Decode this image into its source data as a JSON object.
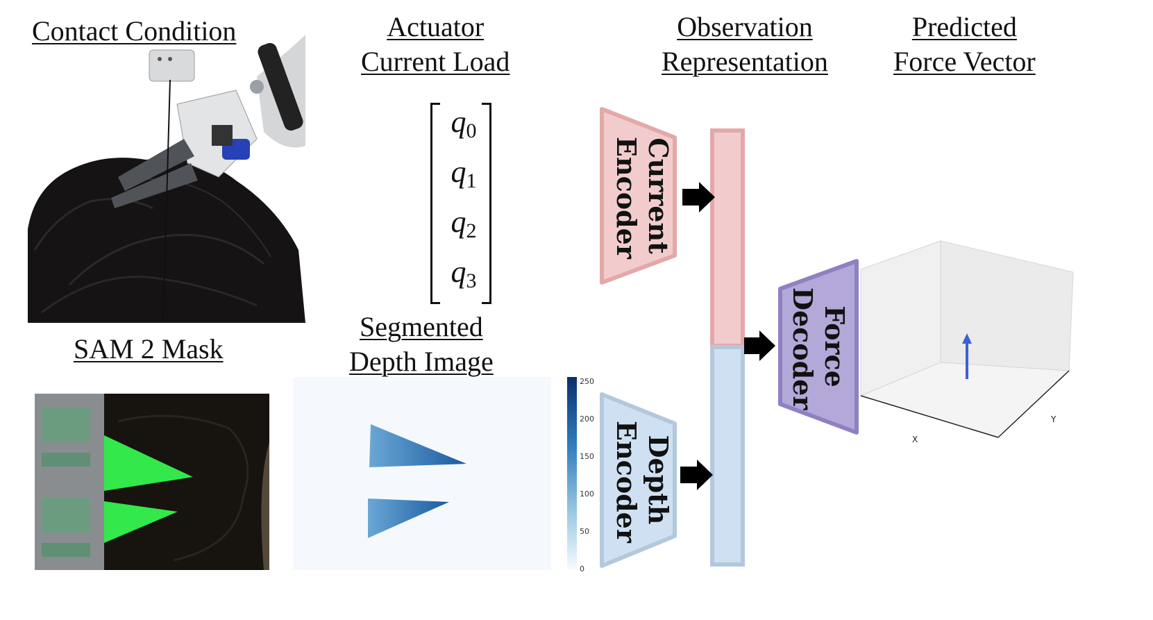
{
  "headings": {
    "contact_condition": "Contact Condition",
    "actuator_line1": "Actuator",
    "actuator_line2": "Current Load",
    "observation_line1": "Observation",
    "observation_line2": "Representation",
    "predicted_line1": "Predicted",
    "predicted_line2": "Force Vector",
    "sam_mask": "SAM 2 Mask",
    "segmented_line1": "Segmented",
    "segmented_line2": "Depth Image"
  },
  "current_vector": {
    "symbol": "q",
    "indices": [
      "0",
      "1",
      "2",
      "3"
    ]
  },
  "blocks": {
    "current_encoder_line1": "Current",
    "current_encoder_line2": "Encoder",
    "depth_encoder_line1": "Depth",
    "depth_encoder_line2": "Encoder",
    "force_decoder_line1": "Force",
    "force_decoder_line2": "Decoder"
  },
  "colorbar": {
    "ticks": [
      "250",
      "200",
      "150",
      "100",
      "50",
      "0"
    ]
  },
  "plot3d": {
    "x_label": "X",
    "y_label": "Y"
  },
  "colors": {
    "current_fill": "#f2cccc",
    "current_stroke": "#e3a8a8",
    "depth_fill": "#cfe0f2",
    "depth_stroke": "#b3c8dc",
    "decoder_fill": "#b3a8d8",
    "decoder_stroke": "#9080c2",
    "force_arrow": "#3a62d6",
    "mask_green": "#33e84a",
    "depth_blue": "#2c6fb0"
  }
}
